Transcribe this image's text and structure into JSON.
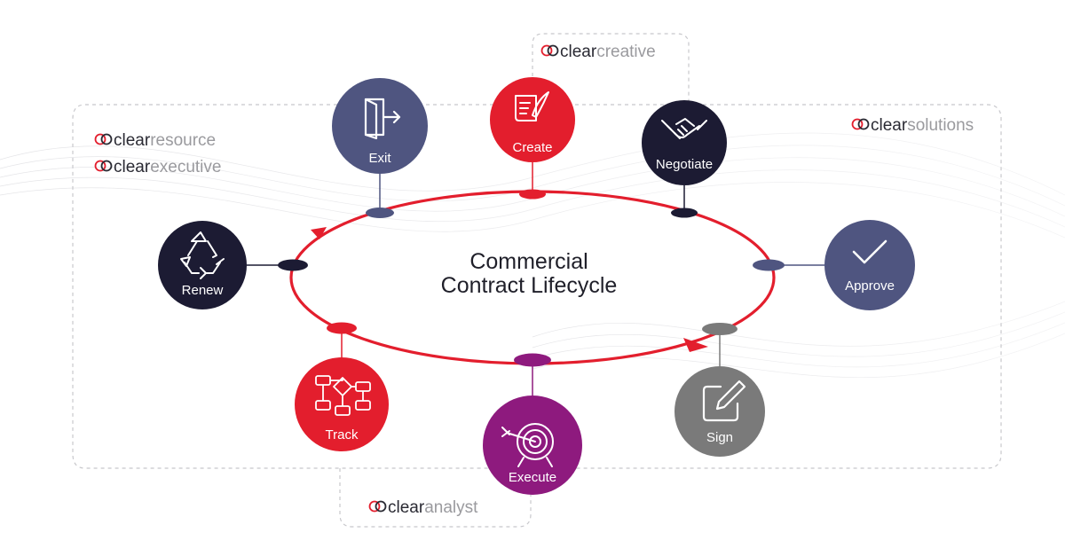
{
  "title": {
    "line1": "Commercial",
    "line2": "Contract Lifecycle"
  },
  "brands": {
    "creative": {
      "prefix": "clear",
      "suffix": "creative"
    },
    "resource": {
      "prefix": "clear",
      "suffix": "resource"
    },
    "executive": {
      "prefix": "clear",
      "suffix": "executive"
    },
    "solutions": {
      "prefix": "clear",
      "suffix": "solutions"
    },
    "analyst": {
      "prefix": "clear",
      "suffix": "analyst"
    }
  },
  "colors": {
    "red": "#e31e2d",
    "navy": "#4f5580",
    "dark": "#1c1b33",
    "gray": "#7a7a7a",
    "purple": "#8e1a7e",
    "ring": "#e31e2d"
  },
  "steps": [
    {
      "id": "create",
      "label": "Create",
      "color": "red",
      "icon": "document-quill-icon"
    },
    {
      "id": "negotiate",
      "label": "Negotiate",
      "color": "dark",
      "icon": "handshake-icon"
    },
    {
      "id": "approve",
      "label": "Approve",
      "color": "navy",
      "icon": "checkmark-icon"
    },
    {
      "id": "sign",
      "label": "Sign",
      "color": "gray",
      "icon": "pen-on-paper-icon"
    },
    {
      "id": "execute",
      "label": "Execute",
      "color": "purple",
      "icon": "target-arrow-icon"
    },
    {
      "id": "track",
      "label": "Track",
      "color": "red",
      "icon": "flowchart-icon"
    },
    {
      "id": "renew",
      "label": "Renew",
      "color": "dark",
      "icon": "recycle-icon"
    },
    {
      "id": "exit",
      "label": "Exit",
      "color": "navy",
      "icon": "door-exit-icon"
    }
  ]
}
